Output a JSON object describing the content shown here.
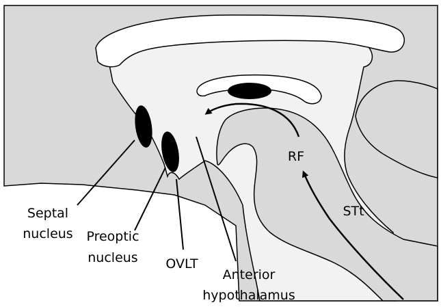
{
  "labels": {
    "septal_line1": "Septal",
    "septal_line2": "nucleus",
    "preoptic_line1": "Preoptic",
    "preoptic_line2": "nucleus",
    "ovlt": "OVLT",
    "anterior_line1": "Anterior",
    "anterior_line2": "hypothalamus",
    "rf": "RF",
    "stt": "STt"
  },
  "colors": {
    "background_tissue": "#d9d9d9",
    "brain_light": "#f2f2f2",
    "white_matter": "#ffffff",
    "nucleus_fill": "#000000",
    "outline": "#000000"
  }
}
